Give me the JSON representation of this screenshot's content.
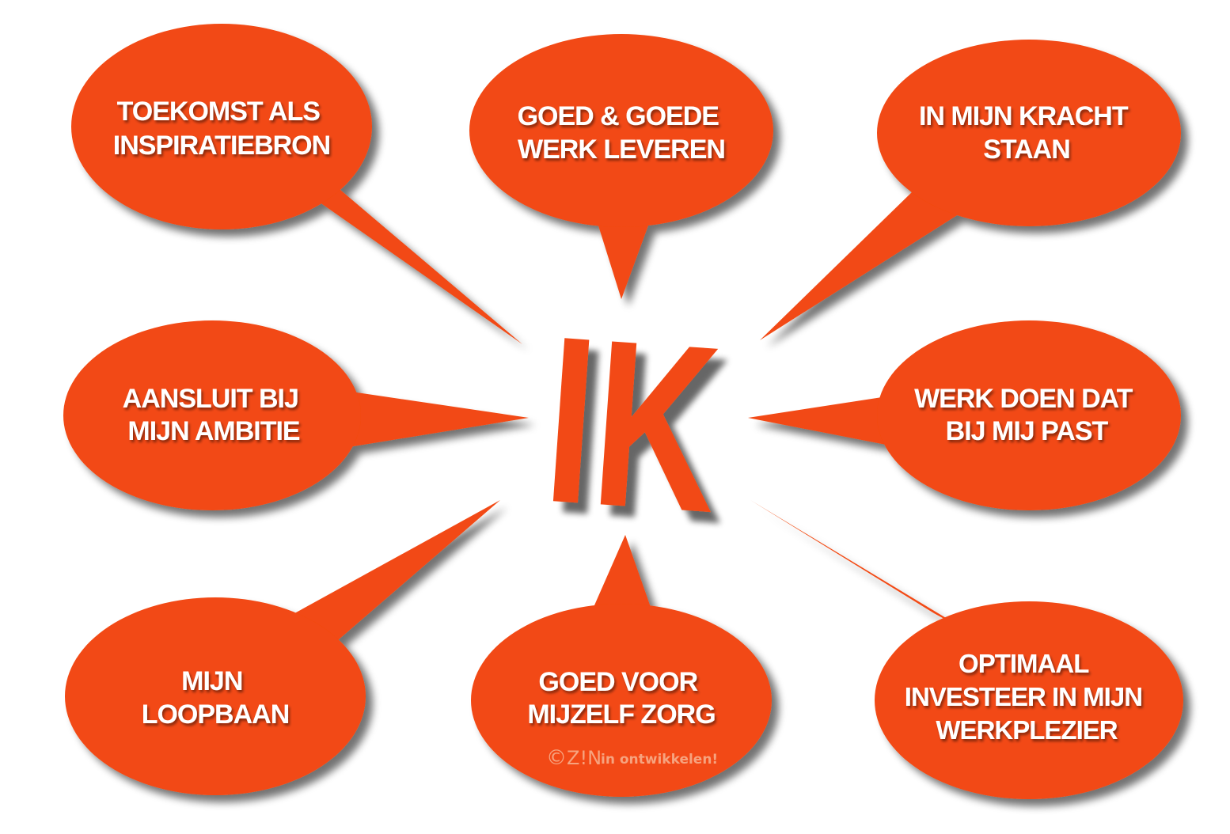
{
  "center": {
    "label": "IK"
  },
  "bubbles": [
    {
      "id": "top-left",
      "lines": [
        "TOEKOMST ALS",
        "INSPIRATIEBRON"
      ]
    },
    {
      "id": "top-center",
      "lines": [
        "GOED & GOEDE",
        "WERK LEVEREN"
      ]
    },
    {
      "id": "top-right",
      "lines": [
        "IN MIJN KRACHT",
        "STAAN"
      ]
    },
    {
      "id": "mid-left",
      "lines": [
        "AANSLUIT BIJ",
        "MIJN  AMBITIE"
      ]
    },
    {
      "id": "mid-right",
      "lines": [
        "WERK DOEN DAT",
        "BIJ MIJ PAST"
      ]
    },
    {
      "id": "bottom-left",
      "lines": [
        "MIJN",
        "LOOPBAAN"
      ]
    },
    {
      "id": "bottom-center",
      "lines": [
        "GOED VOOR",
        "MIJZELF ZORG"
      ]
    },
    {
      "id": "bottom-right",
      "lines": [
        "OPTIMAAL",
        "INVESTEER  IN  MIJN",
        "WERKPLEZIER"
      ]
    }
  ],
  "copyright": {
    "symbol": "©",
    "brand": "Z!N",
    "tagline": "in ontwikkelen!"
  },
  "colors": {
    "bubble": "#f24a12",
    "text": "#ffffff",
    "shadow": "#7a2a10"
  }
}
